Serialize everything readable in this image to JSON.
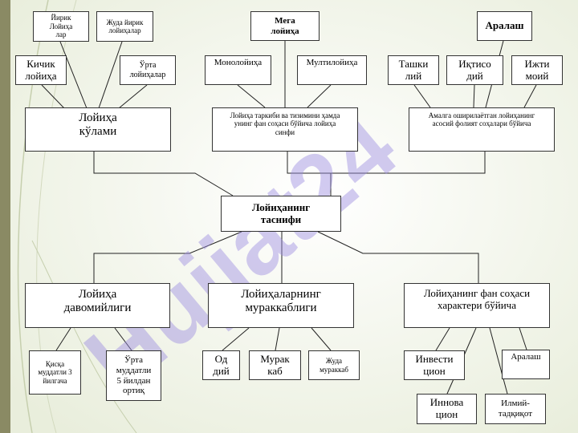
{
  "watermark": {
    "text": "Hujjat24",
    "color": "#9b8be0"
  },
  "colors": {
    "accent_bar": "#8a8a64",
    "box_border": "#333333",
    "line": "#222222"
  },
  "nodes": {
    "root": "Лойиҳанинг\nтаснифи",
    "scale": "Лойиҳа\nкўлами",
    "composition": "Лойиҳа таркиби ва тизимини ҳамда\nунинг фан соҳаси бўйича лойиҳа\nсинфи",
    "field": "Амалга оширилаётган лойиҳанинг\nасосий фолият соҳалари бўйича",
    "very_large": "Йирик\nЛойиҳа\nлар",
    "very_big": "Жуда йирик\nлойиҳалар",
    "mega": "Мега\nлойиҳа",
    "mixed_top": "Аралаш",
    "small": "Кичик\nлойиҳа",
    "medium": "Ўрта\nлойиҳалар",
    "mono": "Монолойиҳа",
    "multi": "Мултилойиҳа",
    "external": "Ташки\nлий",
    "economic": "Иқтисо\nдий",
    "social": "Ижти\nмоий",
    "duration": "Лойиҳа\nдавомийлиги",
    "complexity": "Лойиҳаларнинг\nмураккаблиги",
    "science_character": "Лойиҳанинг фан соҳаси\nхарактери бўйича",
    "short": "Қисқа\nмуддатли 3\nйилгача",
    "mid_term": "Ўрта\nмуддатли\n5 йилдан\nортиқ",
    "simple": "Од\nдий",
    "complex": "Мурак\nкаб",
    "very_complex": "Жуда\nмураккаб",
    "investment": "Инвести\nцион",
    "mixed_bottom": "Аралаш",
    "innovation": "Иннова\nцион",
    "research": "Илмий-\nтадқиқот"
  }
}
